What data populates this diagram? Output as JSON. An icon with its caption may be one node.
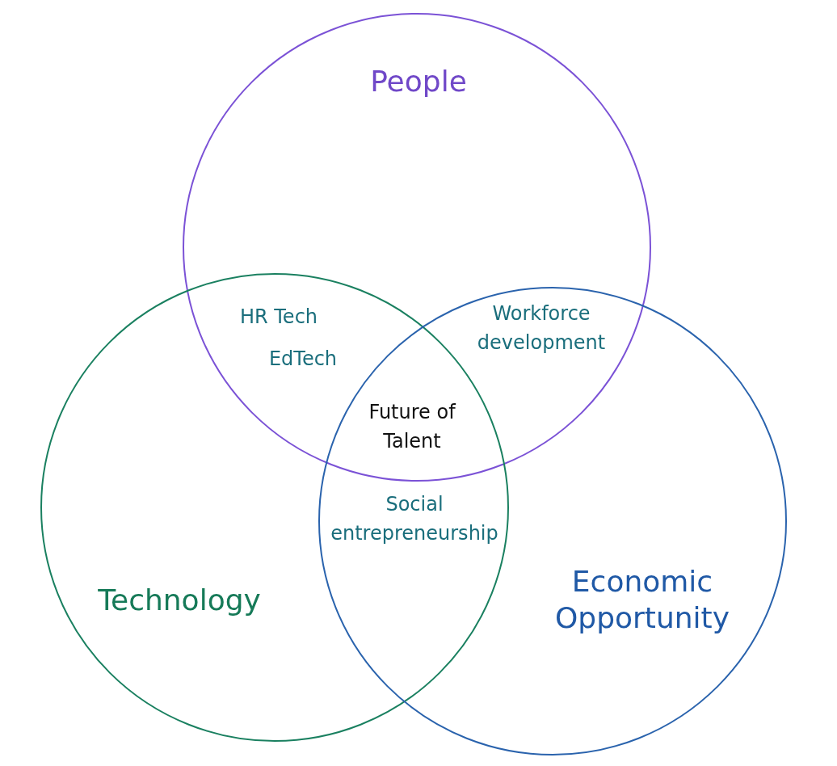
{
  "diagram": {
    "nodes": [
      {
        "text": [
          "People"
        ]
      },
      {
        "text": [
          "Technology"
        ]
      },
      {
        "text": [
          "Economic Opportunity"
        ]
      }
    ],
    "labels": [
      "HR Tech",
      "EdTech",
      "Workforce development",
      "Future of Talent",
      "Social entrepreneurship"
    ]
  }
}
